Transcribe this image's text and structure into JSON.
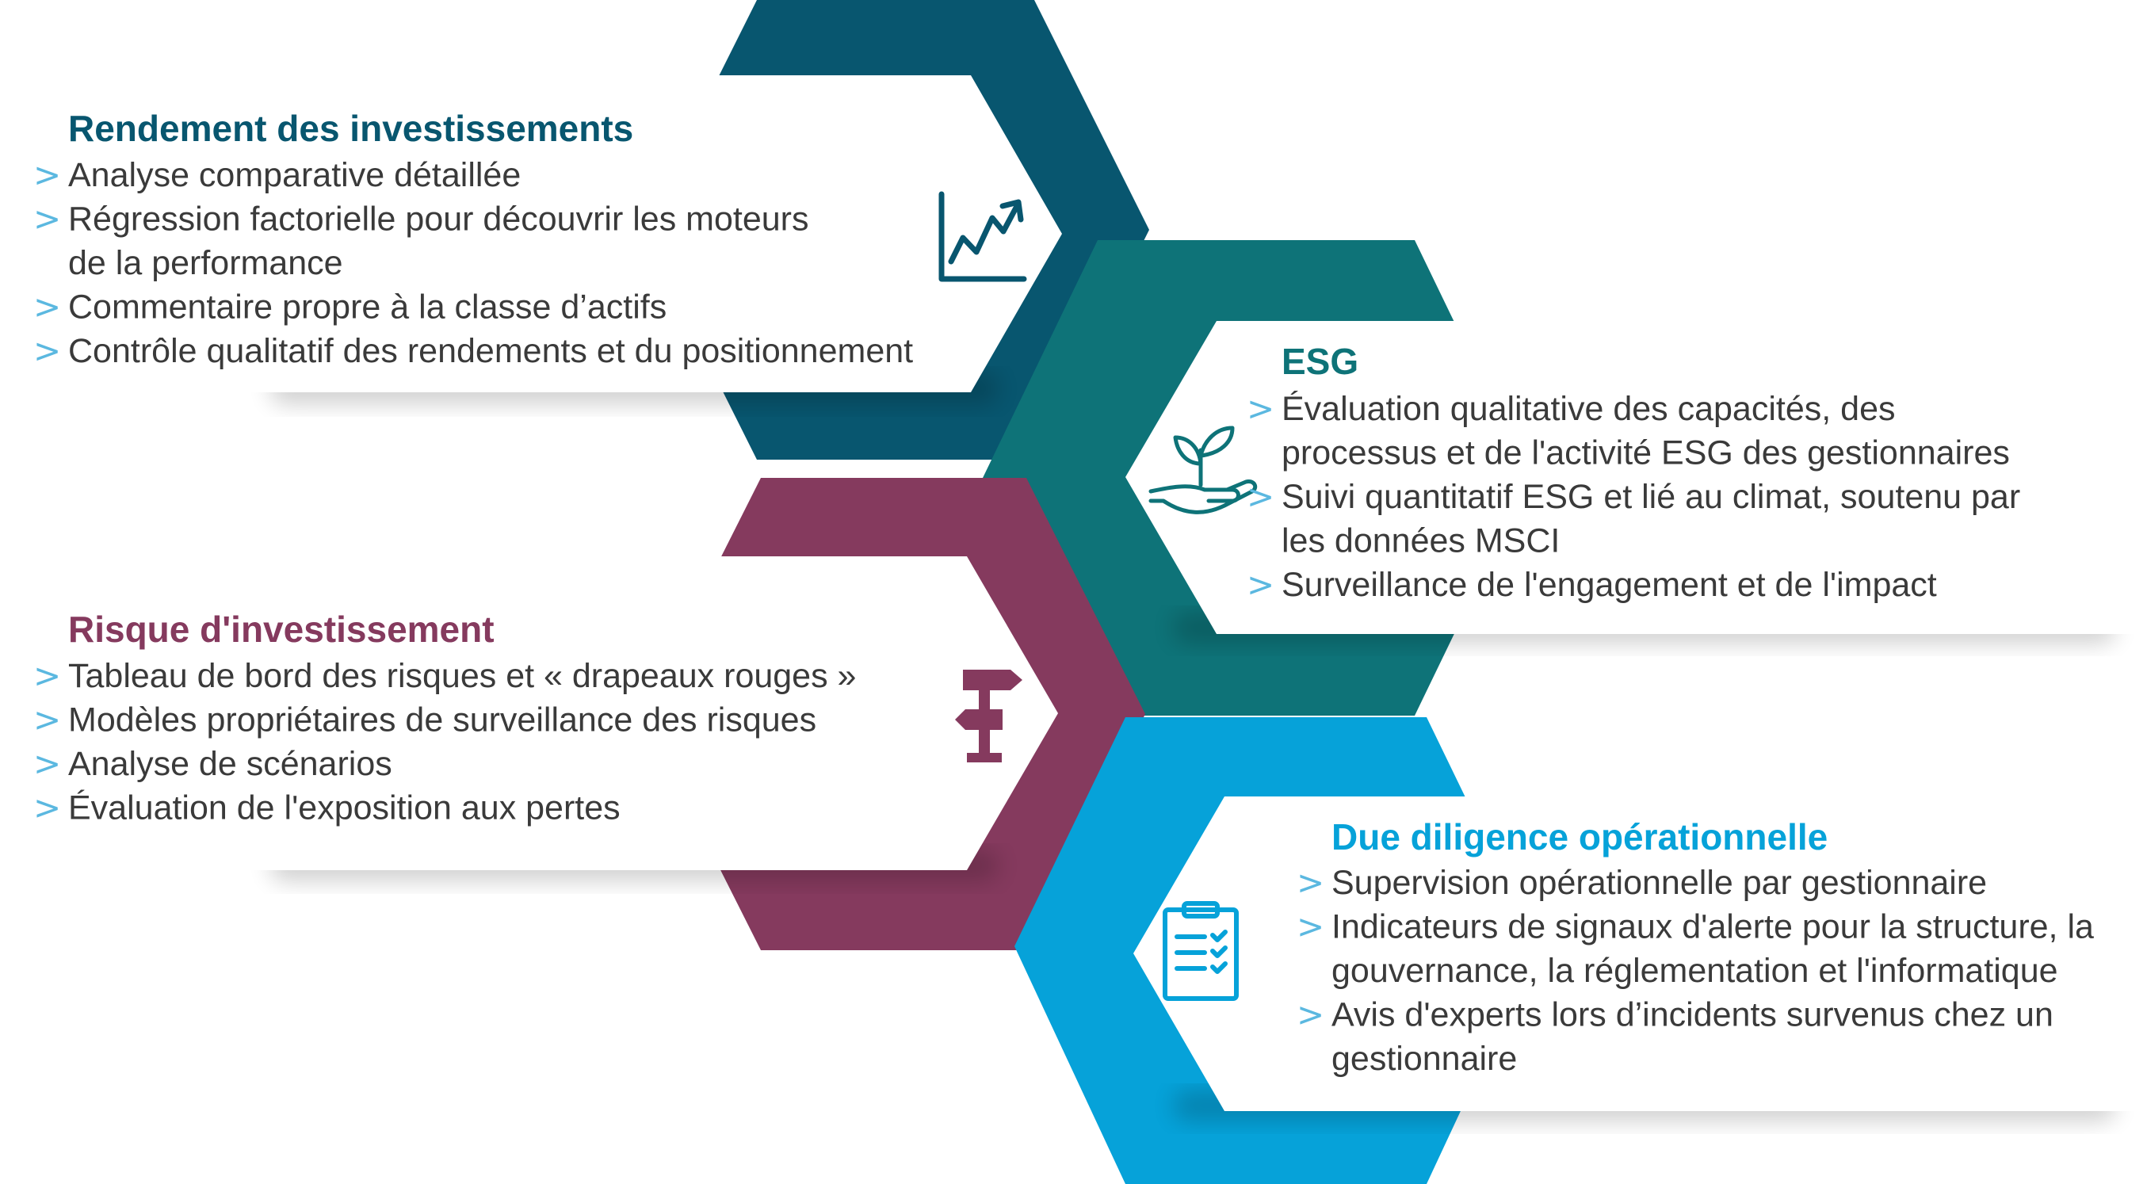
{
  "colors": {
    "performance": "#08566f",
    "esg": "#0e7378",
    "risk": "#853a5e",
    "operational": "#06a2d9",
    "bullet": "#5bb8e0",
    "text": "#3a3a3a"
  },
  "panels": {
    "performance": {
      "title": "Rendement des investissements",
      "icon": "line-chart-icon",
      "items": [
        [
          "Analyse comparative détaillée"
        ],
        [
          "Régression factorielle pour découvrir les moteurs",
          "de la performance"
        ],
        [
          "Commentaire propre à la classe d’actifs"
        ],
        [
          "Contrôle qualitatif des rendements et du positionnement"
        ]
      ]
    },
    "esg": {
      "title": "ESG",
      "icon": "plant-in-hand-icon",
      "items": [
        [
          "Évaluation qualitative des capacités, des",
          "processus et de l'activité ESG des gestionnaires"
        ],
        [
          "Suivi quantitatif ESG et lié au climat, soutenu par",
          "les données MSCI"
        ],
        [
          "Surveillance de l'engagement et de l'impact"
        ]
      ]
    },
    "risk": {
      "title": "Risque d'investissement",
      "icon": "signpost-icon",
      "items": [
        [
          "Tableau de bord des risques et « drapeaux rouges »"
        ],
        [
          "Modèles propriétaires de surveillance des risques"
        ],
        [
          "Analyse de scénarios"
        ],
        [
          "Évaluation de l'exposition aux pertes"
        ]
      ]
    },
    "operational": {
      "title": "Due diligence opérationnelle",
      "icon": "clipboard-checklist-icon",
      "items": [
        [
          "Supervision opérationnelle par gestionnaire"
        ],
        [
          "Indicateurs de signaux d'alerte pour la structure, la",
          "gouvernance, la réglementation et l'informatique"
        ],
        [
          "Avis d'experts lors d’incidents survenus chez un",
          "gestionnaire"
        ]
      ]
    }
  }
}
